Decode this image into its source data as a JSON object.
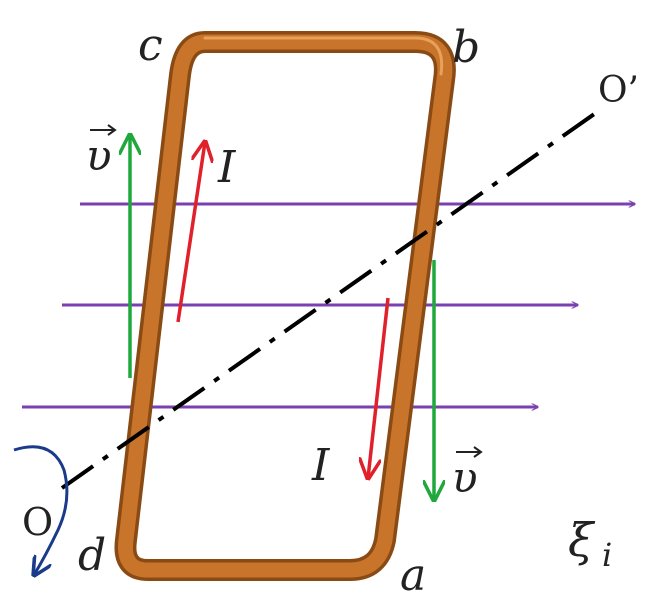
{
  "labels": {
    "corner_a": "a",
    "corner_b": "b",
    "corner_c": "c",
    "corner_d": "d",
    "axis_start": "O",
    "axis_end": "O’",
    "current_left": "I",
    "current_right": "I",
    "velocity_left": "υ",
    "velocity_right": "υ",
    "emf": "ξ",
    "emf_sub": "i"
  },
  "colors": {
    "coil": "#c8742a",
    "coil_edge": "#8a4a14",
    "field": "#7a3fb0",
    "current": "#e0202a",
    "velocity": "#1fa83c",
    "axis": "#000000",
    "rotation": "#1a3a8a"
  },
  "icons": {
    "rotation_arrow": "curved-arrow-icon"
  }
}
